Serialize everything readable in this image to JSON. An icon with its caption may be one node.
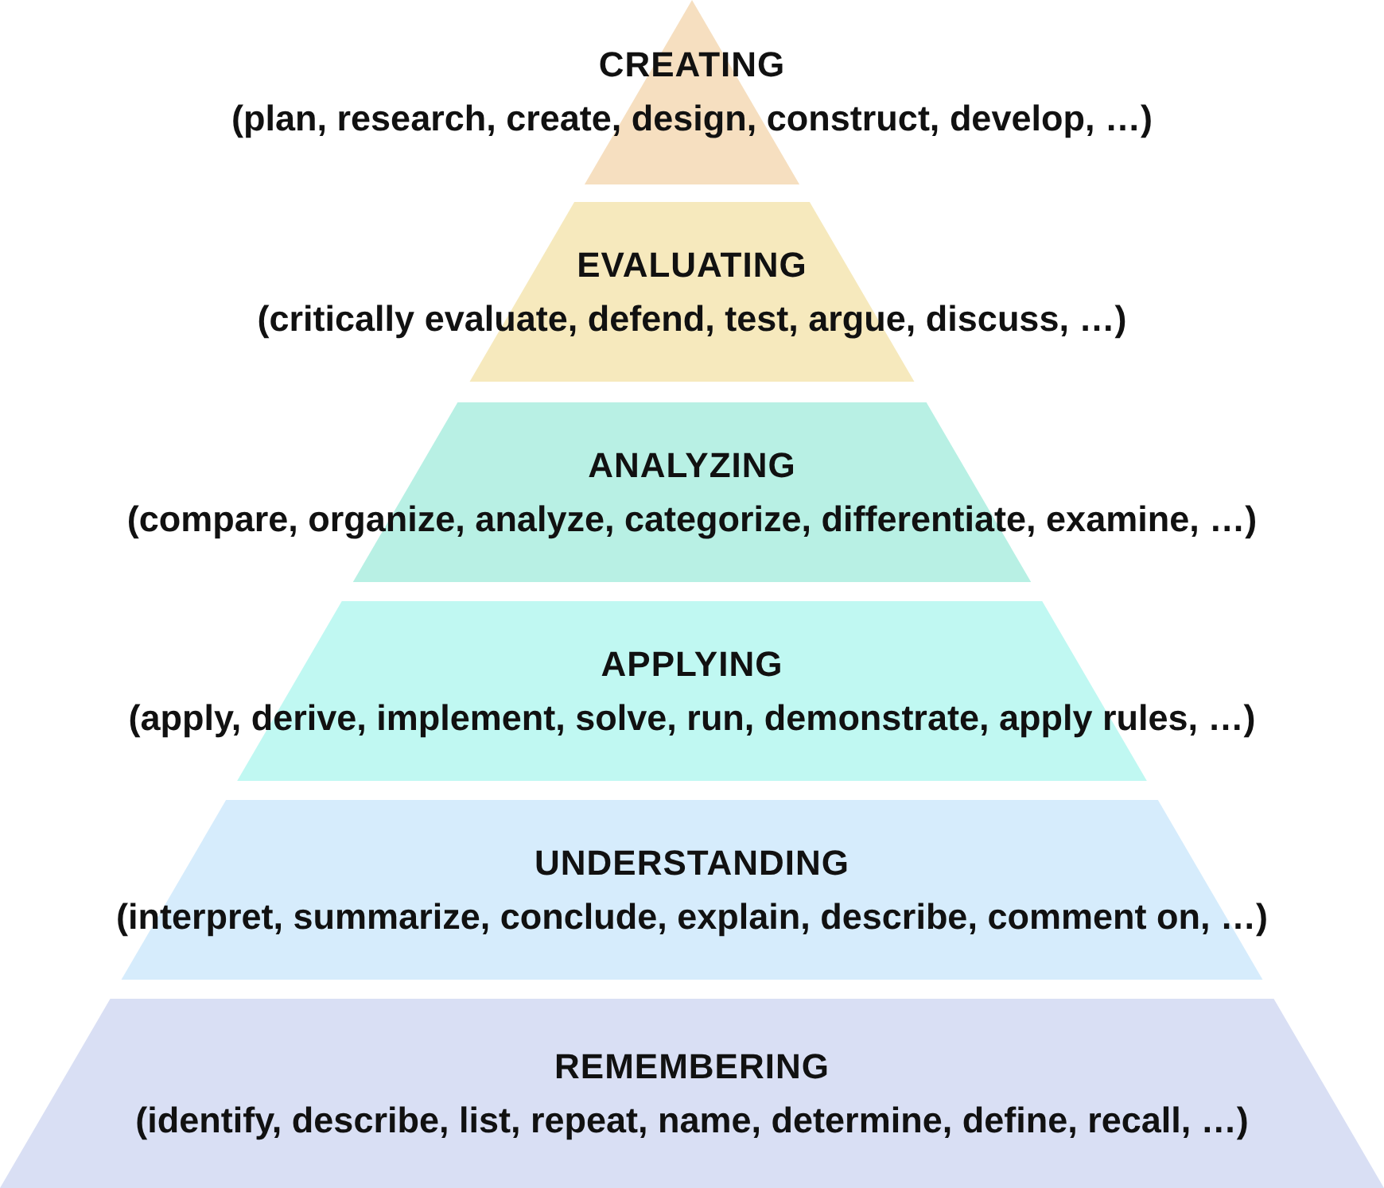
{
  "diagram": {
    "nodes": [
      {
        "text": [
          "CREATING",
          "(plan, research, create, design, construct, develop, …)"
        ]
      },
      {
        "text": [
          "EVALUATING",
          "(critically evaluate, defend, test, argue, discuss, …)"
        ]
      },
      {
        "text": [
          "ANALYZING",
          "(compare, organize, analyze, categorize, differentiate, examine, …)"
        ]
      },
      {
        "text": [
          "APPLYING",
          "(apply, derive, implement, solve, run, demonstrate, apply rules, …)"
        ]
      },
      {
        "text": [
          "UNDERSTANDING",
          "(interpret, summarize, conclude, explain, describe, comment on, …)"
        ]
      },
      {
        "text": [
          "REMEMBERING",
          "(identify, describe, list, repeat, name, determine, define, recall, …)"
        ]
      }
    ]
  }
}
